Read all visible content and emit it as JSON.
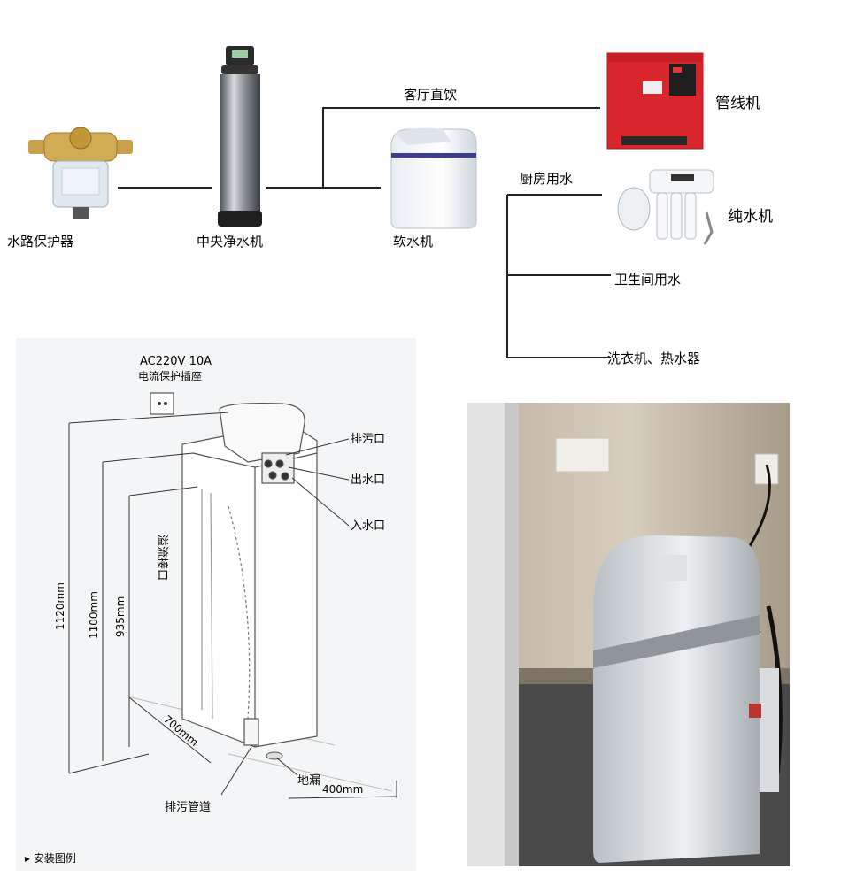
{
  "flow": {
    "devices": {
      "protector": "水路保护器",
      "central": "中央净水机",
      "softener": "软水机",
      "pipeline": "管线机",
      "ro": "纯水机"
    },
    "routes": {
      "living": "客厅直饮",
      "kitchen": "厨房用水",
      "bathroom": "卫生间用水",
      "laundry": "洗衣机、热水器"
    }
  },
  "install": {
    "socket": "AC220V 10A",
    "socket_desc": "电流保护插座",
    "drain_port": "排污口",
    "outlet": "出水口",
    "inlet": "入水口",
    "overflow": "溢流接口",
    "floor_drain": "地漏",
    "drain_pipe": "排污管道",
    "dims": {
      "h1": "1120mm",
      "h2": "1100mm",
      "h3": "935mm",
      "d": "700mm",
      "w": "400mm"
    },
    "caption": "▸ 安装图例"
  },
  "colors": {
    "machine_red": "#d8262c",
    "steel": "#8e9398",
    "brass": "#c9a24a",
    "softener_band": "#3f3d8f",
    "wall": "#d7cdbd",
    "floor": "#4a4a4a"
  }
}
